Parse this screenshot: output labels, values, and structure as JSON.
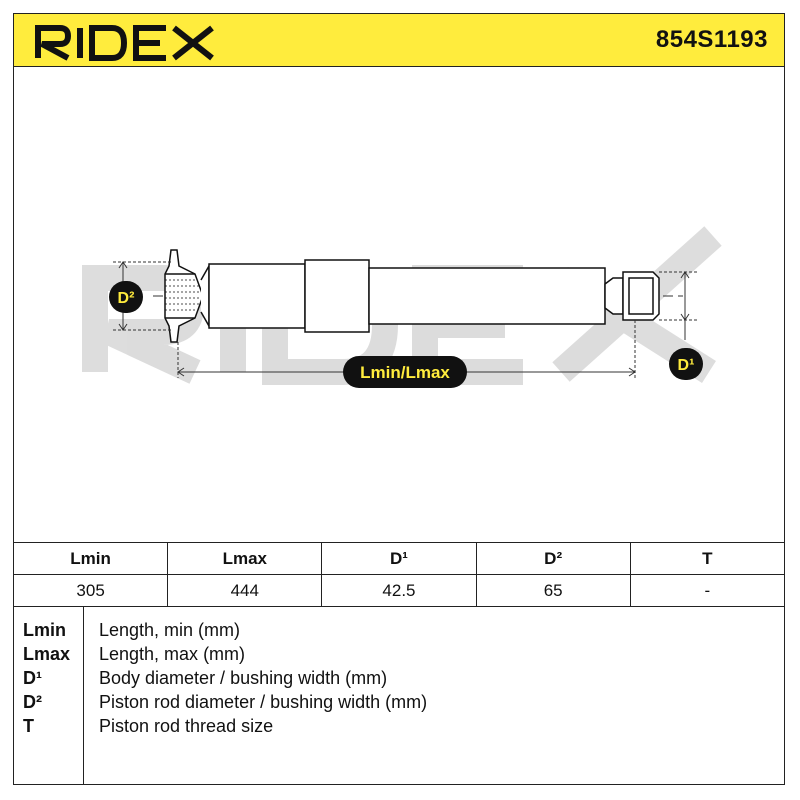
{
  "header": {
    "brand": "RIDEX",
    "part_number": "854S1193",
    "bg_color": "#ffec3d"
  },
  "drawing": {
    "watermark": "RIDEX",
    "labels": {
      "d2": "D²",
      "d1": "D¹",
      "length": "Lmin/Lmax"
    },
    "accent": "#ffec3d"
  },
  "spec_table": {
    "headers": [
      "Lmin",
      "Lmax",
      "D¹",
      "D²",
      "T"
    ],
    "values": [
      "305",
      "444",
      "42.5",
      "65",
      "-"
    ]
  },
  "legend": [
    {
      "key": "Lmin",
      "desc": "Length, min (mm)"
    },
    {
      "key": "Lmax",
      "desc": "Length, max (mm)"
    },
    {
      "key": "D¹",
      "desc": "Body diameter / bushing width (mm)"
    },
    {
      "key": "D²",
      "desc": "Piston rod diameter / bushing width (mm)"
    },
    {
      "key": "T",
      "desc": "Piston rod thread size"
    }
  ]
}
